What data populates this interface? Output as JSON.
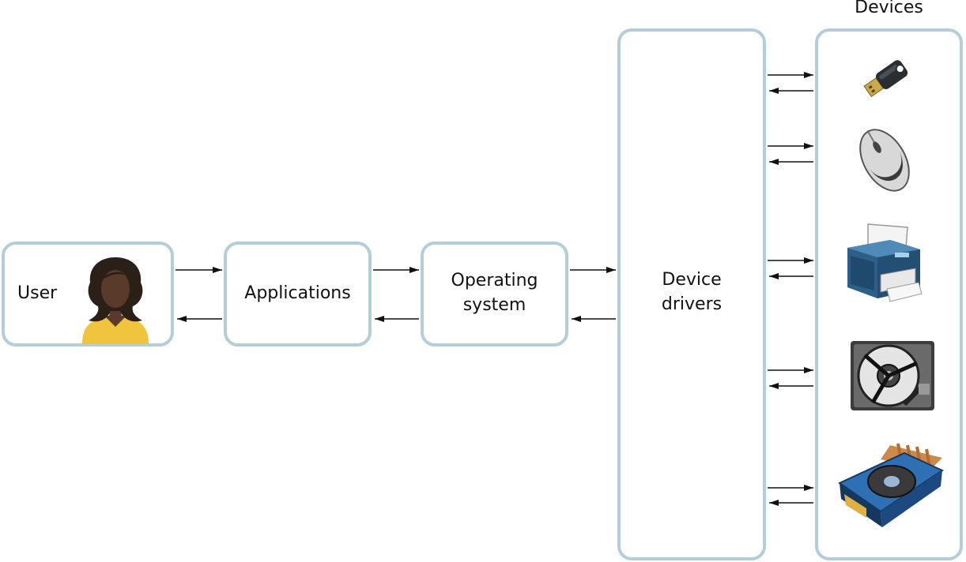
{
  "diagram": {
    "user_label": "User",
    "applications_label": "Applications",
    "os_label_line1": "Operating",
    "os_label_line2": "system",
    "drivers_label_line1": "Device",
    "drivers_label_line2": "drivers",
    "devices_title": "Devices"
  },
  "colors": {
    "box_border": "#b3cdd9",
    "arrow": "#111111"
  },
  "icons": {
    "user": "person-icon",
    "devices": [
      "usb-drive-icon",
      "mouse-icon",
      "printer-icon",
      "hard-drive-icon",
      "graphics-card-icon"
    ]
  }
}
